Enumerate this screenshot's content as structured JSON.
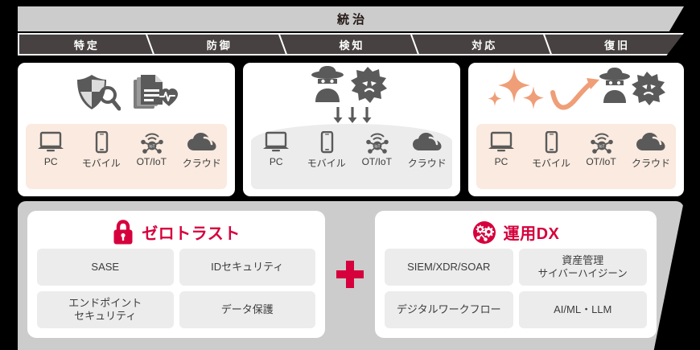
{
  "governance": {
    "label": "統治"
  },
  "functions": [
    {
      "label": "特定"
    },
    {
      "label": "防御"
    },
    {
      "label": "検知"
    },
    {
      "label": "対応"
    },
    {
      "label": "復旧"
    }
  ],
  "panels": [
    {
      "name": "identify-protect-panel",
      "art": [
        "shield-search-icon",
        "document-pulse-icon"
      ],
      "band_style": "peach",
      "devices": [
        {
          "icon": "laptop-icon",
          "label": "PC"
        },
        {
          "icon": "mobile-icon",
          "label": "モバイル"
        },
        {
          "icon": "iot-icon",
          "label": "OT/IoT"
        },
        {
          "icon": "cloud-icon",
          "label": "クラウド"
        }
      ]
    },
    {
      "name": "detect-attack-panel",
      "art": [
        "hacker-icon",
        "malware-icon",
        "attack-arrows"
      ],
      "band_style": "gray",
      "devices": [
        {
          "icon": "laptop-icon",
          "label": "PC"
        },
        {
          "icon": "mobile-icon",
          "label": "モバイル"
        },
        {
          "icon": "iot-icon",
          "label": "OT/IoT"
        },
        {
          "icon": "cloud-icon",
          "label": "クラウド"
        }
      ]
    },
    {
      "name": "respond-recover-panel",
      "art": [
        "sparkle-icon",
        "curved-arrow-icon",
        "hacker-icon",
        "malware-icon"
      ],
      "band_style": "peach",
      "devices": [
        {
          "icon": "laptop-icon",
          "label": "PC"
        },
        {
          "icon": "mobile-icon",
          "label": "モバイル"
        },
        {
          "icon": "iot-icon",
          "label": "OT/IoT"
        },
        {
          "icon": "cloud-icon",
          "label": "クラウド"
        }
      ]
    }
  ],
  "pillars": {
    "left": {
      "icon": "padlock-icon",
      "title": "ゼロトラスト",
      "chips": [
        {
          "line1": "SASE",
          "line2": ""
        },
        {
          "line1": "IDセキュリティ",
          "line2": ""
        },
        {
          "line1": "エンドポイント",
          "line2": "セキュリティ"
        },
        {
          "line1": "データ保護",
          "line2": ""
        }
      ]
    },
    "connector": {
      "icon": "plus-icon",
      "label": "+"
    },
    "right": {
      "icon": "gears-circle-icon",
      "title": "運用DX",
      "chips": [
        {
          "line1": "SIEM/XDR/SOAR",
          "line2": ""
        },
        {
          "line1": "資産管理",
          "line2": "サイバーハイジーン"
        },
        {
          "line1": "デジタルワークフロー",
          "line2": ""
        },
        {
          "line1": "AI/ML・LLM",
          "line2": ""
        }
      ]
    }
  },
  "colors": {
    "brand_red": "#d6003c",
    "banner_gray": "#cccccc",
    "function_bar": "#474241",
    "peach_band": "#faeadf",
    "gray_band": "#ececed",
    "icon_gray": "#5a5a5a",
    "accent_orange": "#ef9e77"
  }
}
